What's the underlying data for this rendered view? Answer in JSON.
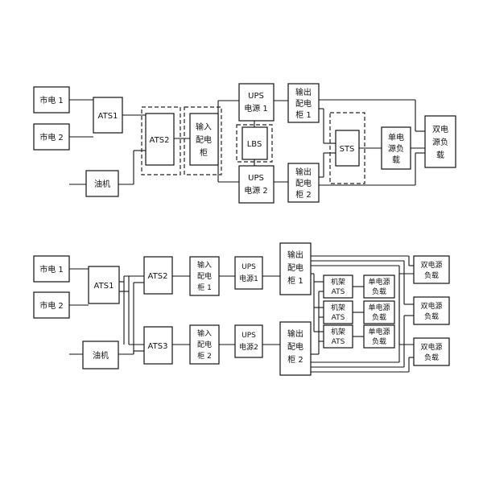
{
  "fig4": {
    "mains1": "市电 1",
    "mains2": "市电 2",
    "ats1": "ATS1",
    "ats2": "ATS2",
    "generator": "油机",
    "input_panel": [
      "输入",
      "配电",
      "柜"
    ],
    "ups1": [
      "UPS",
      "电源 1"
    ],
    "ups2": [
      "UPS",
      "电源 2"
    ],
    "lbs": "LBS",
    "output_panel1": [
      "输出",
      "配电",
      "柜 1"
    ],
    "output_panel2": [
      "输出",
      "配电",
      "柜 2"
    ],
    "sts": "STS",
    "single_load": [
      "单电",
      "源负",
      "载"
    ],
    "dual_load": [
      "双电",
      "源负",
      "载"
    ],
    "caption": ""
  },
  "fig5": {
    "mains1": "市电 1",
    "mains2": "市电 2",
    "ats1": "ATS1",
    "ats2": "ATS2",
    "ats3": "ATS3",
    "generator": "油机",
    "input_panel1": [
      "输入",
      "配电",
      "柜 1"
    ],
    "input_panel2": [
      "输入",
      "配电",
      "柜 2"
    ],
    "ups1": [
      "UPS",
      "电源1"
    ],
    "ups2": [
      "UPS",
      "电源2"
    ],
    "output_panel1": [
      "输出",
      "配电",
      "柜 1"
    ],
    "output_panel2": [
      "输出",
      "配电",
      "柜 2"
    ],
    "rack_ats": [
      "机架",
      "ATS"
    ],
    "single_load": [
      "单电源",
      "负载"
    ],
    "dual_load": [
      "双电源",
      "负载"
    ],
    "caption": ""
  }
}
